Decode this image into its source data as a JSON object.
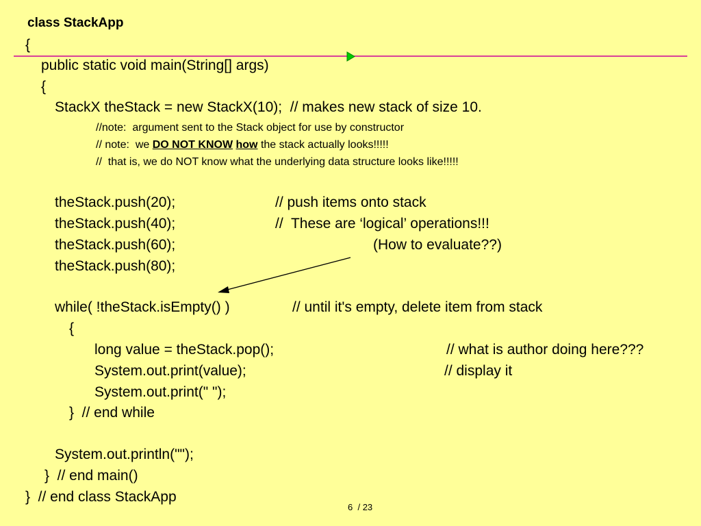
{
  "code": {
    "class_decl": "class StackApp",
    "brace_open_class": "{",
    "main_decl": "public static void main(String[] args)",
    "brace_open_main": "{",
    "stack_line": "StackX theStack = new StackX(10);  // makes new stack of size 10.",
    "note1": "//note:  argument sent to the Stack object for use by constructor",
    "note2_prefix": "// note:  we ",
    "note2_emph1": "DO NOT KNOW",
    "note2_emph2": "how",
    "note2_suffix": " the stack actually looks!!!!!",
    "note3": "//  that is, we do NOT know what the underlying data structure looks like!!!!!",
    "push1": "theStack.push(20);",
    "push1_comment": "// push items onto stack",
    "push2": "theStack.push(40);",
    "push2_comment": "//  These are ‘logical’ operations!!!",
    "push3": "theStack.push(60);",
    "push3_comment": "(How to evaluate??)",
    "push4": "theStack.push(80);",
    "while_line": "while( !theStack.isEmpty() )",
    "while_comment": "// until it's empty, delete item from stack",
    "brace_open_while": "{",
    "pop_line": "long value = theStack.pop();",
    "pop_comment": "// what is author doing here???",
    "print_value": "System.out.print(value);",
    "print_comment": "// display it",
    "print_space": "System.out.print(\" \");",
    "end_while": "}  // end while",
    "println": "System.out.println(\"\");",
    "end_main": "}  // end main()",
    "end_class": "}  // end class StackApp"
  },
  "page": {
    "current": "6",
    "total": "/ 23"
  },
  "colors": {
    "background": "#ffff99",
    "rule": "#cc0099",
    "marker": "#00cc00"
  }
}
